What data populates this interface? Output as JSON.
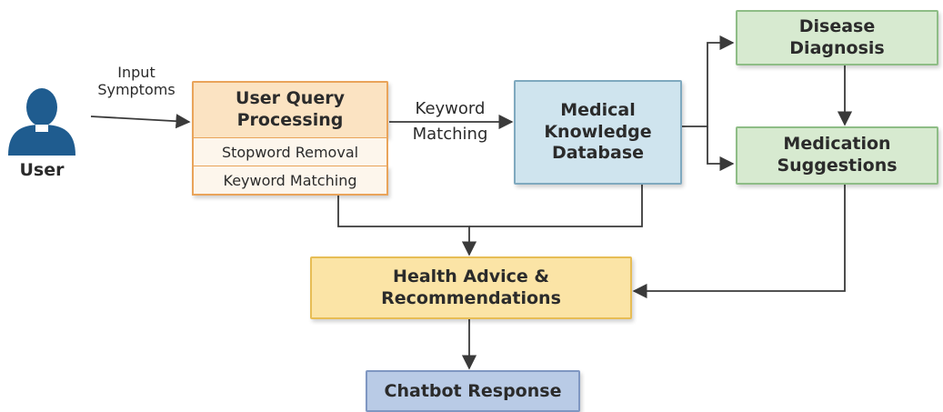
{
  "user": {
    "label": "User"
  },
  "input_label": {
    "line1": "Input",
    "line2": "Symptoms"
  },
  "keyword_label": {
    "line1": "Keyword",
    "line2": "Matching"
  },
  "query_box": {
    "line1": "User Query",
    "line2": "Processing",
    "sub1": "Stopword Removal",
    "sub2": "Keyword Matching"
  },
  "database_box": {
    "line1": "Medical",
    "line2": "Knowledge",
    "line3": "Database"
  },
  "diagnosis_box": {
    "line1": "Disease",
    "line2": "Diagnosis"
  },
  "medication_box": {
    "line1": "Medication",
    "line2": "Suggestions"
  },
  "advice_box": {
    "line1": "Health Advice &",
    "line2": "Recommendations"
  },
  "response_box": {
    "line1": "Chatbot Response"
  },
  "colors": {
    "orange_fill": "#fbe3c2",
    "orange_border": "#e9a45a",
    "yellow_fill": "#fbe4a6",
    "blue_fill": "#cfe4ee",
    "green_fill": "#d7ead0",
    "navy_fill": "#b9cbe6",
    "user_icon": "#1f5c8f",
    "arrow": "#3a3a3a"
  }
}
